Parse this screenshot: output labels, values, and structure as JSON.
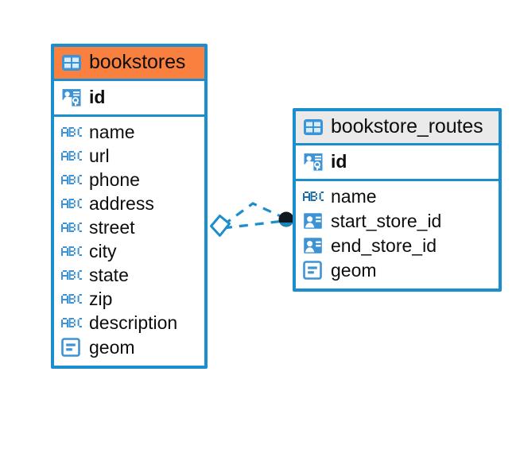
{
  "diagram": {
    "title": "bookstores / bookstore_routes entity relationship diagram",
    "colors": {
      "border_blue": "#1b8ecd",
      "icon_blue": "#3d93d4",
      "header_orange": "#f9803f",
      "header_grey": "#eaeaea",
      "text": "#0d0d0d",
      "connector_blue": "#1b8ecd",
      "connector_endpoint_dark": "#111820"
    }
  },
  "entities": [
    {
      "name": "bookstores",
      "header_icon": "table-icon",
      "header_style": "accent-orange",
      "primary_key": {
        "label": "id",
        "icon": "primary-key-icon"
      },
      "fields": [
        {
          "label": "name",
          "icon": "text-field-icon"
        },
        {
          "label": "url",
          "icon": "text-field-icon"
        },
        {
          "label": "phone",
          "icon": "text-field-icon"
        },
        {
          "label": "address",
          "icon": "text-field-icon"
        },
        {
          "label": "street",
          "icon": "text-field-icon"
        },
        {
          "label": "city",
          "icon": "text-field-icon"
        },
        {
          "label": "state",
          "icon": "text-field-icon"
        },
        {
          "label": "zip",
          "icon": "text-field-icon"
        },
        {
          "label": "description",
          "icon": "text-field-icon"
        },
        {
          "label": "geom",
          "icon": "geometry-field-icon"
        }
      ]
    },
    {
      "name": "bookstore_routes",
      "header_icon": "table-icon",
      "header_style": "accent-grey",
      "primary_key": {
        "label": "id",
        "icon": "primary-key-icon"
      },
      "fields": [
        {
          "label": "name",
          "icon": "text-field-icon"
        },
        {
          "label": "start_store_id",
          "icon": "foreign-key-icon"
        },
        {
          "label": "end_store_id",
          "icon": "foreign-key-icon"
        },
        {
          "label": "geom",
          "icon": "geometry-field-icon"
        }
      ]
    }
  ],
  "relationship": {
    "source_entity": "bookstores",
    "target_entity": "bookstore_routes",
    "source_marker": "diamond-marker",
    "target_marker": "filled-circle-marker",
    "line_style": "dashed"
  }
}
